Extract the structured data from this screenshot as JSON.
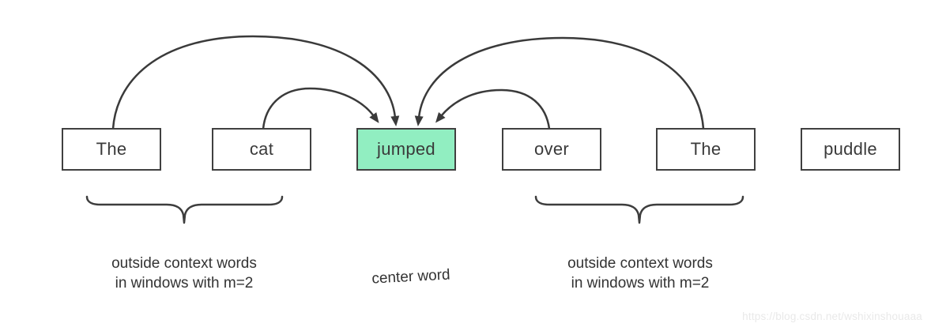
{
  "diagram": {
    "title_hint": "skip-gram context window illustration",
    "words": [
      {
        "text": "The",
        "role": "context-left-outer"
      },
      {
        "text": "cat",
        "role": "context-left-inner"
      },
      {
        "text": "jumped",
        "role": "center"
      },
      {
        "text": "over",
        "role": "context-right-inner"
      },
      {
        "text": "The",
        "role": "context-right-outer"
      },
      {
        "text": "puddle",
        "role": "outside-window"
      }
    ],
    "labels": {
      "left_context": {
        "line1": "outside context words",
        "line2": "in windows with m=2"
      },
      "center": "center word",
      "right_context": {
        "line1": "outside context words",
        "line2": "in windows with m=2"
      }
    },
    "watermark": "https://blog.csdn.net/wshixinshouaaa",
    "colors": {
      "center_word_fill": "#91eec1",
      "box_border": "#404040",
      "arrow_stroke": "#3a3a3a",
      "label_text": "#333333",
      "watermark_text": "#e9e9e9",
      "background": "#ffffff"
    }
  }
}
